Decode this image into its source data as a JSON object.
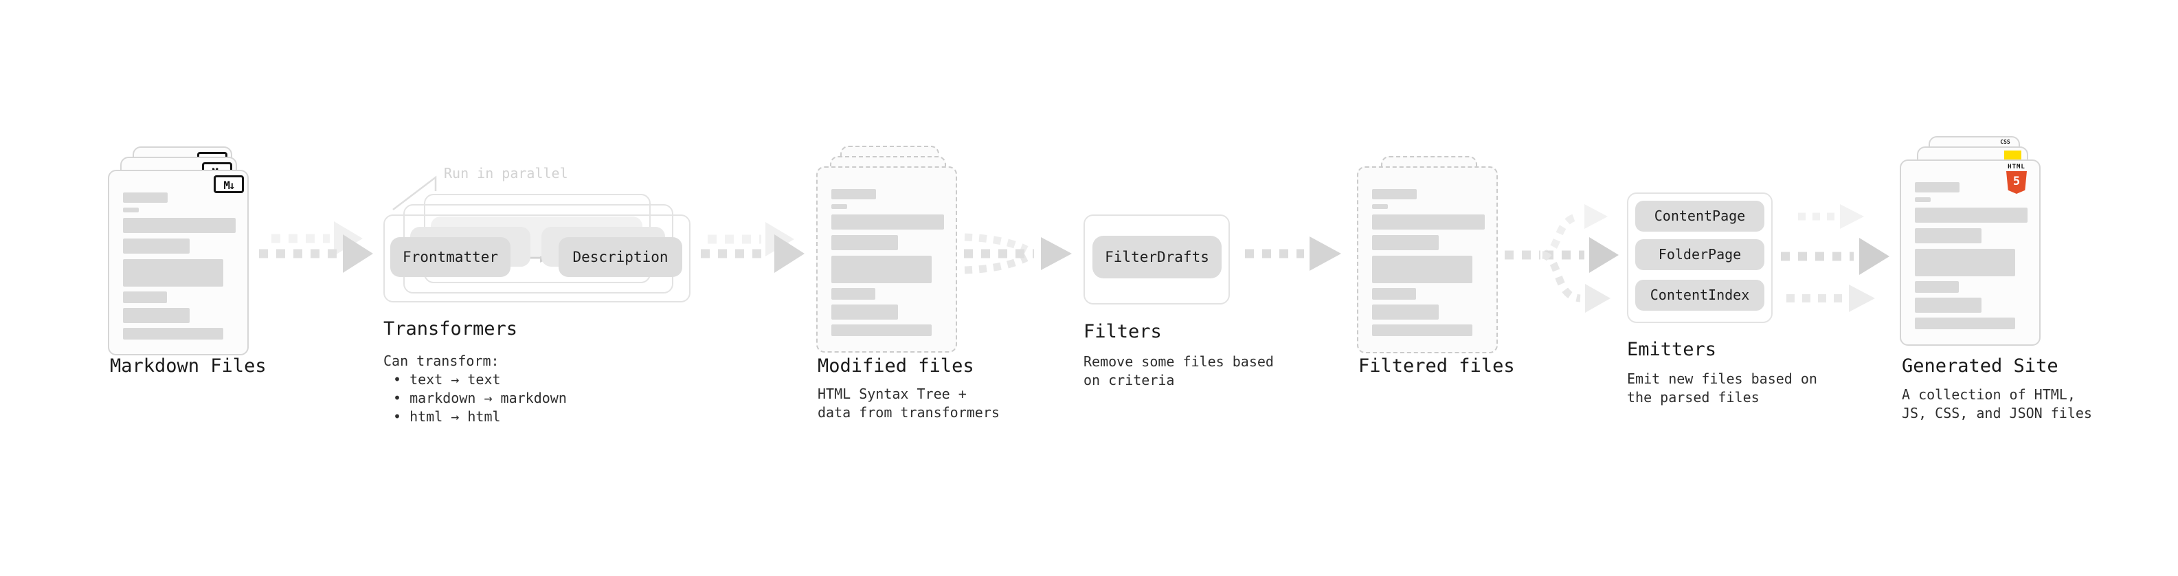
{
  "markdown_files": {
    "label": "Markdown Files",
    "file_icon": "markdown-icon",
    "file_icon_glyph": "M↓"
  },
  "transformers": {
    "annotation": "Run in parallel",
    "pill_frontmatter": "Frontmatter",
    "pill_description": "Description",
    "label": "Transformers",
    "intro": "Can transform:",
    "bullet_1": "• text → text",
    "bullet_2": "• markdown → markdown",
    "bullet_3": "• html → html"
  },
  "modified_files": {
    "label": "Modified files",
    "desc_1": "HTML Syntax Tree +",
    "desc_2": "data from transformers"
  },
  "filters": {
    "label": "Filters",
    "pill_filterdrafts": "FilterDrafts",
    "desc_1": "Remove some files based",
    "desc_2": "on criteria"
  },
  "filtered_files": {
    "label": "Filtered files"
  },
  "emitters": {
    "label": "Emitters",
    "pill_1": "ContentPage",
    "pill_2": "FolderPage",
    "pill_3": "ContentIndex",
    "desc_1": "Emit new files based on",
    "desc_2": "the parsed files"
  },
  "generated_site": {
    "label": "Generated Site",
    "desc_1": "A collection of HTML,",
    "desc_2": "JS, CSS, and JSON files",
    "css_badge": "CSS",
    "html_badge_caption": "HTML",
    "html_badge_glyph": "5"
  },
  "colors": {
    "css_badge_blue": "#2965f1",
    "js_badge_yellow": "#ffdd00",
    "html5_orange": "#e44d26",
    "card_border": "#d6d6d6",
    "dashed_border": "#cbcbcb",
    "placeholder_line": "#d9d9d9",
    "arrow_gray": "#d6d6d6",
    "annotation_gray": "#d2d2d2"
  }
}
